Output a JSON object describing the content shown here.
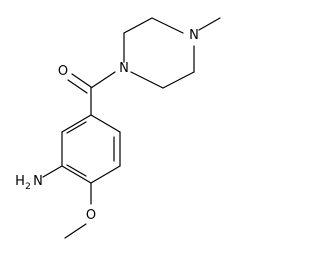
{
  "molecule": {
    "atoms": {
      "oxygen_carbonyl": "O",
      "nitrogen_ring_amide": "N",
      "nitrogen_ring_methyl": "N",
      "amine_h": "H",
      "amine_sub": "2",
      "amine_n": "N",
      "oxygen_methoxy": "O"
    }
  }
}
